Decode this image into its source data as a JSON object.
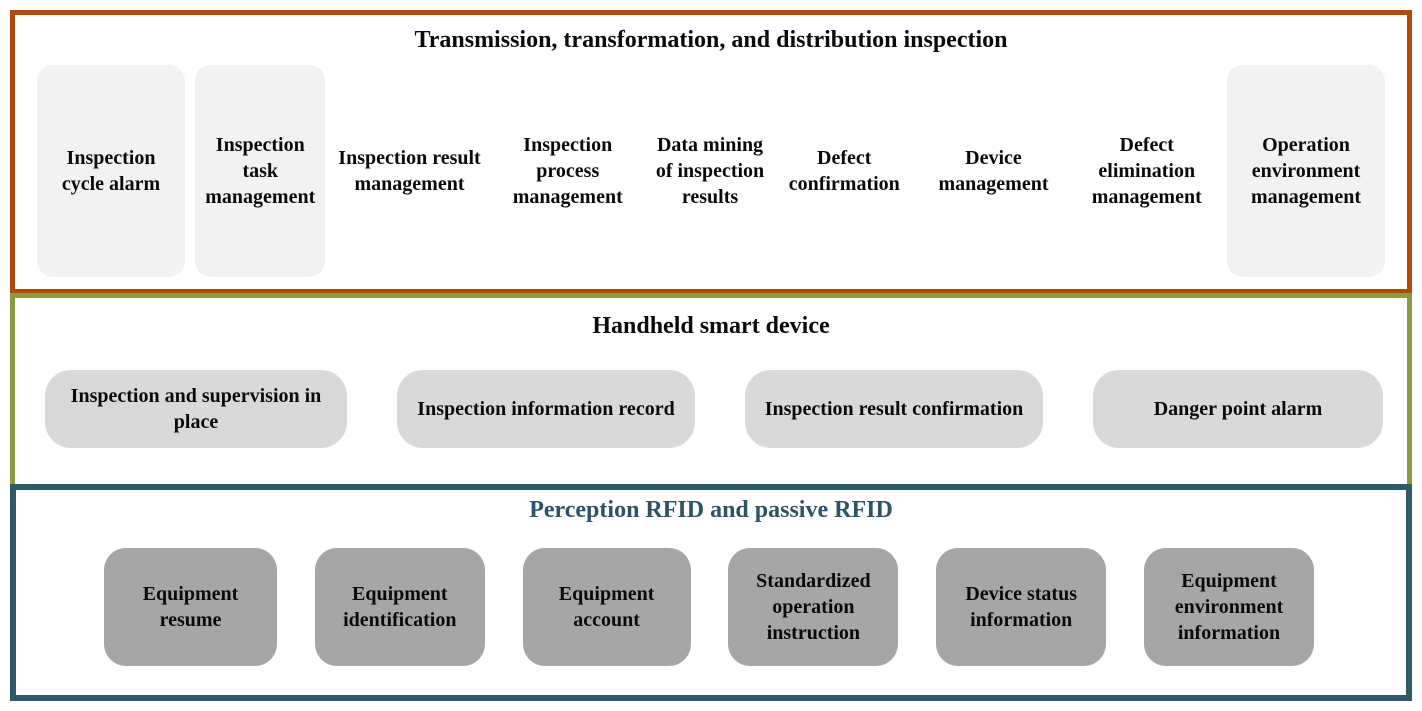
{
  "colors": {
    "top_border": "#b14a08",
    "mid_border": "#8a9c3f",
    "bottom_border": "#30596b",
    "bottom_title_text": "#2d5365",
    "top_card_bg": "#f2f2f2",
    "mid_card_bg": "#d9d9d9",
    "bottom_card_bg": "#a6a6a6",
    "text": "#0a0a0a"
  },
  "sections": [
    {
      "title": "Transmission, transformation, and distribution inspection",
      "items": [
        {
          "label": "Inspection cycle alarm",
          "boxed": true
        },
        {
          "label": "Inspection task management",
          "boxed": true
        },
        {
          "label": "Inspection result management",
          "boxed": false
        },
        {
          "label": "Inspection process management",
          "boxed": false
        },
        {
          "label": "Data mining of inspection results",
          "boxed": false
        },
        {
          "label": "Defect confirmation",
          "boxed": false
        },
        {
          "label": "Device management",
          "boxed": false
        },
        {
          "label": "Defect elimination management",
          "boxed": false
        },
        {
          "label": "Operation environment management",
          "boxed": true
        }
      ]
    },
    {
      "title": "Handheld smart device",
      "items": [
        {
          "label": "Inspection and supervision in place"
        },
        {
          "label": "Inspection information record"
        },
        {
          "label": "Inspection result confirmation"
        },
        {
          "label": "Danger point alarm"
        }
      ]
    },
    {
      "title": "Perception RFID and passive RFID",
      "items": [
        {
          "label": "Equipment resume"
        },
        {
          "label": "Equipment identification"
        },
        {
          "label": "Equipment account"
        },
        {
          "label": "Standardized operation instruction"
        },
        {
          "label": "Device status information"
        },
        {
          "label": "Equipment environment information"
        }
      ]
    }
  ]
}
